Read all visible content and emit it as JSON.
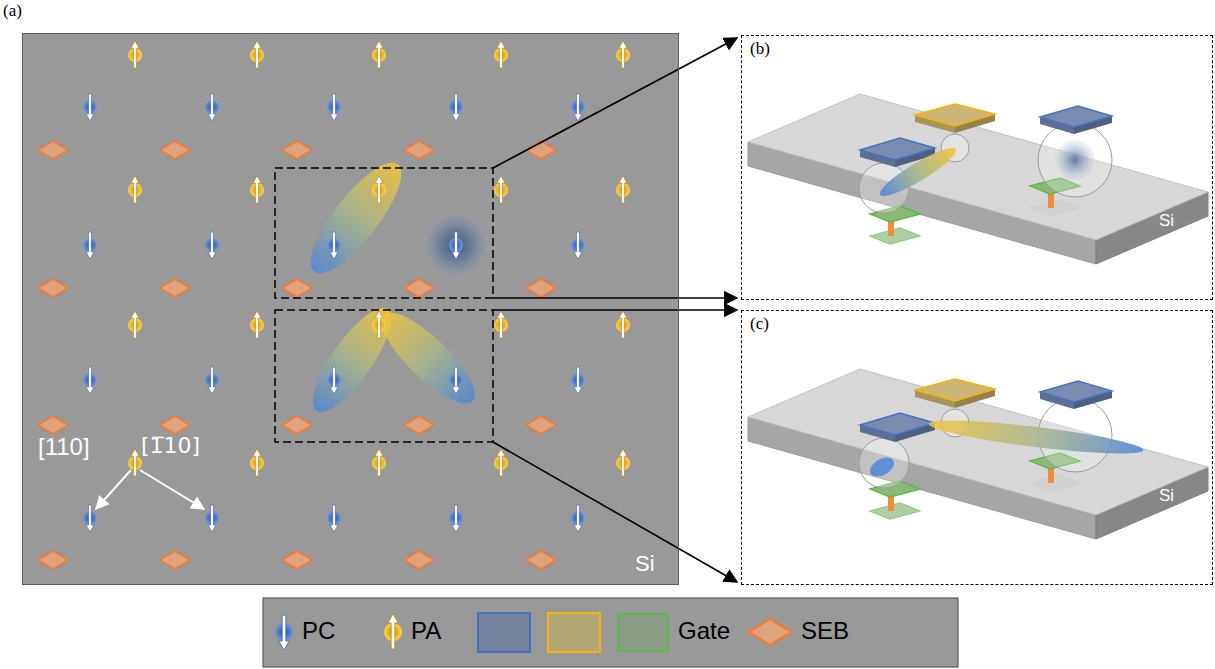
{
  "diagram": {
    "nodes": [
      {
        "text": [
          "(a)",
          "Si"
        ]
      },
      {
        "text": [
          "(b)",
          "Si"
        ]
      },
      {
        "text": [
          "(c)",
          "Si"
        ]
      }
    ],
    "labels": [
      "[110]",
      "[1̅10]"
    ],
    "legend": [
      {
        "text": "PC"
      },
      {
        "text": "PA"
      },
      {
        "text": "Gate",
        "color": "#8b9d87"
      },
      {
        "text": "SEB"
      }
    ]
  }
}
